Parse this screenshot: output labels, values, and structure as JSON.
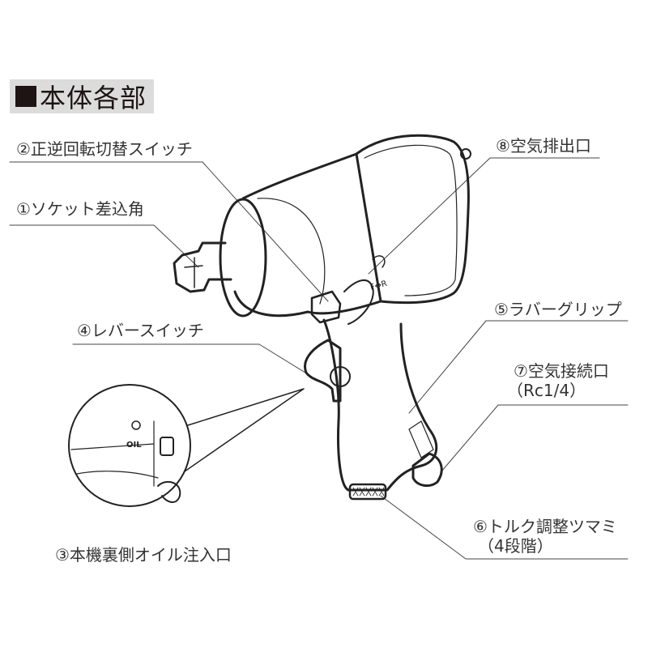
{
  "title": "本体各部",
  "labels": {
    "socket": "①ソケット差込角",
    "direction_switch": "②正逆回転切替スイッチ",
    "oil_inlet": "③本機裏側オイル注入口",
    "lever_switch": "④レバースイッチ",
    "rubber_grip": "⑤ラバーグリップ",
    "torque_knob": "⑥トルク調整ツマミ",
    "torque_knob_sub": "（4段階）",
    "air_inlet": "⑦空気接続口",
    "air_inlet_sub": "（Rc1/4）",
    "air_exhaust": "⑧空気排出口"
  },
  "tool_markings": {
    "direction": "F↔R",
    "oil": "OIL"
  }
}
